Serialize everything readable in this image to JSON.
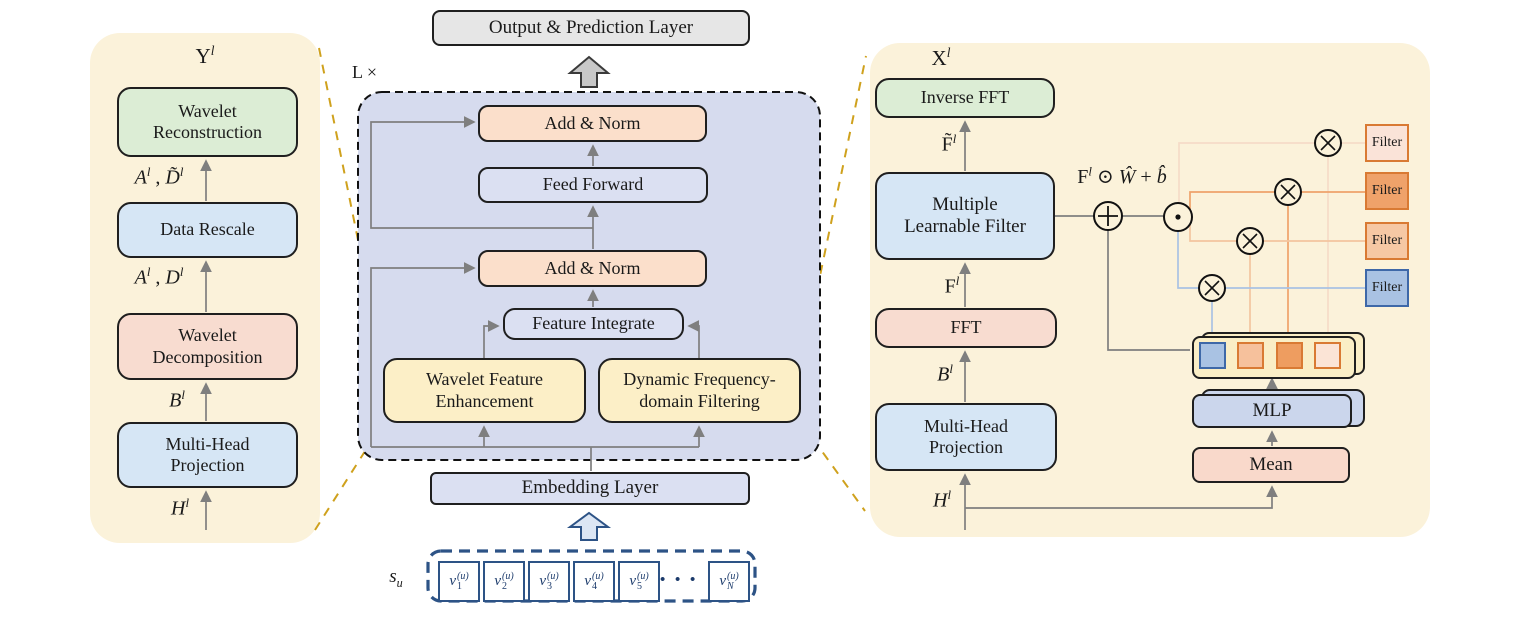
{
  "figure": {
    "type": "model-architecture-diagram",
    "colors": {
      "panel_cream": "#FBF2DA",
      "container_lavender": "#D6DBEE",
      "box_lavender": "#DBE0F2",
      "box_green": "#DCEDD5",
      "box_blue": "#D6E6F5",
      "box_pink": "#F8DCD0",
      "box_peach": "#FBDFCB",
      "box_yellow": "#FCEFC7",
      "box_gray": "#E6E6E6",
      "mlp_fill": "#CBD6EC",
      "mean_fill": "#F9D9CB",
      "stack_fill": "#FAEEC6",
      "orange_border": "#D97A33",
      "blue_border": "#3E68A8",
      "navy": "#2D5386",
      "gold_dash": "#CFA11D",
      "wire_gray": "#7f7f7f",
      "filter1_fill": "#FAE3D8",
      "filter2_fill": "#EFA26A",
      "filter3_fill": "#F6C8A4",
      "filter4_fill": "#A9C2E3",
      "square1_fill": "#A9C2E3",
      "square2_fill": "#F6C19C",
      "square3_fill": "#EE9D60",
      "square4_fill": "#FBE4D6",
      "row1_wire": "#F6DCC8",
      "row2_wire": "#EFA26A",
      "row3_wire": "#F3C59F",
      "row4_wire": "#A9C2E3"
    },
    "left_panel": {
      "title": [
        {
          "t": "Y",
          "sup": "l"
        }
      ],
      "boxes": {
        "wavelet_reconstruction": "Wavelet\nReconstruction",
        "data_rescale": "Data Rescale",
        "wavelet_decomposition": "Wavelet\nDecomposition",
        "multi_head_projection": "Multi-Head\nProjection"
      },
      "labels": {
        "a_dtilde": [
          {
            "t": "A",
            "i": true,
            "sup": "l"
          },
          {
            "t": " , "
          },
          {
            "t": "D̃",
            "i": true,
            "sup": "l"
          }
        ],
        "a_d": [
          {
            "t": "A",
            "i": true,
            "sup": "l"
          },
          {
            "t": " , "
          },
          {
            "t": "D",
            "i": true,
            "sup": "l"
          }
        ],
        "b": [
          {
            "t": "B",
            "i": true,
            "sup": "l"
          }
        ],
        "h": [
          {
            "t": "H",
            "i": true,
            "sup": "l"
          }
        ]
      }
    },
    "center": {
      "output_layer": "Output & Prediction Layer",
      "loop_label": "L ×",
      "add_norm_top": "Add & Norm",
      "feed_forward": "Feed Forward",
      "add_norm_mid": "Add & Norm",
      "feature_integrate": "Feature Integrate",
      "wavelet_feature_enhancement": "Wavelet Feature\nEnhancement",
      "dynamic_frequency_filtering": "Dynamic Frequency-\ndomain Filtering",
      "embedding_layer": "Embedding Layer",
      "sequence_label": [
        {
          "t": "s",
          "i": true,
          "sub": "u",
          "subi": true
        }
      ],
      "tokens": {
        "items": [
          [
            {
              "t": "v",
              "i": true,
              "sub": "1",
              "sup": "(u)"
            }
          ],
          [
            {
              "t": "v",
              "i": true,
              "sub": "2",
              "sup": "(u)"
            }
          ],
          [
            {
              "t": "v",
              "i": true,
              "sub": "3",
              "sup": "(u)"
            }
          ],
          [
            {
              "t": "v",
              "i": true,
              "sub": "4",
              "sup": "(u)"
            }
          ],
          [
            {
              "t": "v",
              "i": true,
              "sub": "5",
              "sup": "(u)"
            }
          ],
          [
            {
              "t": "v",
              "i": true,
              "sub": "N",
              "subi": true,
              "sup": "(u)"
            }
          ]
        ],
        "dots": "• • •"
      }
    },
    "right_panel": {
      "title": [
        {
          "t": "X",
          "sup": "l"
        }
      ],
      "boxes": {
        "inverse_fft": "Inverse FFT",
        "multiple_learnable_filter": "Multiple\nLearnable Filter",
        "fft": "FFT",
        "multi_head_projection": "Multi-Head\nProjection",
        "mlp": "MLP",
        "mean": "Mean"
      },
      "labels": {
        "f_tilde": [
          {
            "t": "F̃",
            "sup": "l"
          }
        ],
        "f": [
          {
            "t": "F",
            "sup": "l"
          }
        ],
        "b": [
          {
            "t": "B",
            "i": true,
            "sup": "l"
          }
        ],
        "h": [
          {
            "t": "H",
            "i": true,
            "sup": "l"
          }
        ],
        "equation": [
          {
            "t": "F",
            "sup": "l"
          },
          {
            "t": " ⊙ "
          },
          {
            "t": "Ŵ",
            "i": true
          },
          {
            "t": " + "
          },
          {
            "t": "b̂",
            "i": true
          }
        ]
      },
      "filters": [
        "Filter",
        "Filter",
        "Filter",
        "Filter"
      ]
    }
  }
}
